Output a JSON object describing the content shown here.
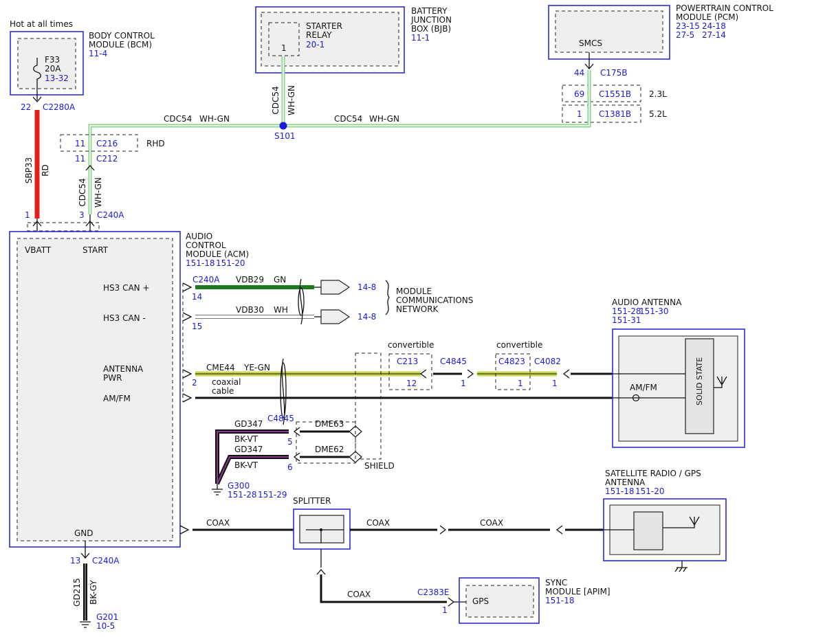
{
  "top_note": "Hot at all times",
  "bcm": {
    "name_lines": [
      "BODY CONTROL",
      "MODULE (BCM)"
    ],
    "ref": "11-4",
    "fuse_name": "F33",
    "fuse_rating": "20A",
    "fuse_ref": "13-32",
    "pin": "22",
    "connector": "C2280A"
  },
  "bjb": {
    "name_lines": [
      "BATTERY",
      "JUNCTION",
      "BOX (BJB)"
    ],
    "ref": "11-1",
    "relay_lines": [
      "STARTER",
      "RELAY"
    ],
    "relay_ref": "20-1",
    "relay_pin": "1"
  },
  "pcm": {
    "name_lines": [
      "POWERTRAIN CONTROL",
      "MODULE (PCM)"
    ],
    "refs": [
      "23-15",
      "24-18",
      "27-5",
      "27-14"
    ],
    "circuit": "SMCS",
    "pin": "44",
    "connector": "C175B",
    "inline1_pin": "69",
    "inline1_conn": "C1551B",
    "inline1_label": "2.3L",
    "inline2_pin": "1",
    "inline2_conn": "C1381B",
    "inline2_label": "5.2L"
  },
  "start_circuit": {
    "circuit": "CDC54",
    "color": "WH-GN",
    "splice": "S101",
    "rhd_pin": "11",
    "rhd_conn": "C216",
    "rhd_label": "RHD",
    "c212_pin": "11",
    "c212_conn": "C212",
    "acm_pin": "3",
    "acm_conn": "C240A"
  },
  "batt_circuit": {
    "circuit": "SBP33",
    "color": "RD",
    "acm_pin": "1"
  },
  "acm": {
    "name_lines": [
      "AUDIO",
      "CONTROL",
      "MODULE (ACM)"
    ],
    "refs": [
      "151-18",
      "151-20"
    ],
    "pin_vbatt": "VBATT",
    "pin_start": "START",
    "pin_can_plus": "HS3 CAN +",
    "pin_can_minus": "HS3 CAN -",
    "pin_ant_pwr": [
      "ANTENNA",
      "PWR"
    ],
    "pin_amfm": "AM/FM",
    "pin_gnd": "GND"
  },
  "can_bus": {
    "connector": "C240A",
    "plus_pin": "14",
    "plus_circuit": "VDB29",
    "plus_color": "GN",
    "plus_ref": "14-8",
    "minus_pin": "15",
    "minus_circuit": "VDB30",
    "minus_color": "WH",
    "minus_ref": "14-8",
    "network_lines": [
      "MODULE",
      "COMMUNICATIONS",
      "NETWORK"
    ]
  },
  "antenna_circuit": {
    "pin": "2",
    "circuit": "CME44",
    "color": "YE-GN",
    "cable_lines": [
      "coaxial",
      "cable"
    ],
    "c213_label": "convertible",
    "c213_conn": "C213",
    "c213_pin": "12",
    "c4845_conn": "C4845",
    "c4845_pin": "1",
    "c4823_label": "convertible",
    "c4823_conn": "C4823",
    "c4823_pin": "1",
    "c4082_conn": "C4082",
    "c4082_pin": "1",
    "twist_conn": "C4845"
  },
  "audio_antenna": {
    "name": "AUDIO ANTENNA",
    "refs": [
      "151-28",
      "151-30",
      "151-31"
    ],
    "amfm": "AM/FM",
    "solid_state": "SOLID STATE"
  },
  "grounds": {
    "circuit1": "GD347",
    "color1": "BK-VT",
    "pin1": "5",
    "drain1": "DME63",
    "circuit2": "GD347",
    "color2": "BK-VT",
    "pin2": "6",
    "drain2": "DME62",
    "shield": "SHIELD",
    "g300": "G300",
    "g300_refs": [
      "151-28",
      "151-29"
    ]
  },
  "acm_ground": {
    "pin": "13",
    "connector": "C240A",
    "circuit": "GD215",
    "color": "BK-GY",
    "ground": "G201",
    "ground_ref": "10-5"
  },
  "coax_path": {
    "splitter": "SPLITTER",
    "coax1": "COAX",
    "coax2": "COAX",
    "coax3": "COAX",
    "coax4": "COAX"
  },
  "sat_antenna": {
    "name_lines": [
      "SATELLITE RADIO / GPS",
      "ANTENNA"
    ],
    "refs": [
      "151-18",
      "151-20"
    ]
  },
  "sync": {
    "connector": "C2383E",
    "pin": "1",
    "name_lines": [
      "SYNC",
      "MODULE [APIM]"
    ],
    "ref": "151-18",
    "gps": "GPS"
  },
  "colors": {
    "module_border": "#2a2ad6",
    "reference_text": "#1a1adb",
    "wire_red": "#e0201a",
    "wire_green": "#1f7a1f",
    "wire_yellow_green": "#c9d84a",
    "wire_white_green": "#8fd08f",
    "wire_bk_vt": "#8a3a8a"
  }
}
